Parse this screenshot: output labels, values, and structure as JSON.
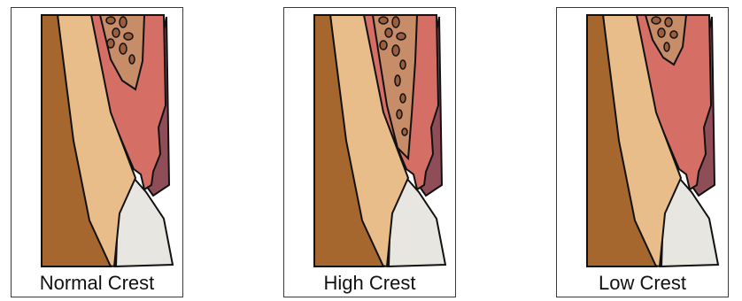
{
  "panels": [
    {
      "caption": "Normal Crest",
      "variant": "normal"
    },
    {
      "caption": "High Crest",
      "variant": "high"
    },
    {
      "caption": "Low Crest",
      "variant": "low"
    }
  ],
  "colors": {
    "root_dentin": "#a5672d",
    "enamel_crown": "#e9bd8a",
    "gingiva": "#d56f66",
    "gingiva_outer": "#8f4d58",
    "bone": "#c78d69",
    "bone_spots": "#9a5e3e",
    "tooth_crown": "#e8e6e1",
    "outline": "#111111"
  }
}
